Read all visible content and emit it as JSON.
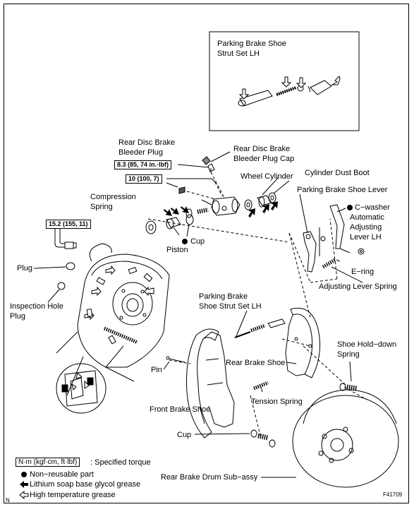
{
  "inset": {
    "title_line1": "Parking Brake Shoe",
    "title_line2": "Strut Set LH"
  },
  "torque": {
    "bleeder_plug": "8.3 (85, 74 in.·lbf)",
    "wheel_cylinder": "10 (100, 7)",
    "brake_line": "15.2 (155, 11)"
  },
  "labels": {
    "rear_disc_brake_bleeder_plug_1": "Rear Disc Brake",
    "rear_disc_brake_bleeder_plug_2": "Bleeder Plug",
    "bleeder_plug_cap_1": "Rear Disc Brake",
    "bleeder_plug_cap_2": "Bleeder Plug Cap",
    "wheel_cylinder": "Wheel Cylinder",
    "cylinder_dust_boot": "Cylinder Dust Boot",
    "compression_spring_1": "Compression",
    "compression_spring_2": "Spring",
    "parking_brake_shoe_lever": "Parking Brake Shoe Lever",
    "c_washer": "C−washer",
    "automatic_adjusting_lever_1": "Automatic",
    "automatic_adjusting_lever_2": "Adjusting",
    "automatic_adjusting_lever_3": "Lever LH",
    "cup_upper": "Cup",
    "piston": "Piston",
    "plug": "Plug",
    "e_ring": "E−ring",
    "adjusting_lever_spring": "Adjusting Lever Spring",
    "inspection_hole_plug_1": "Inspection  Hole",
    "inspection_hole_plug_2": "Plug",
    "strut_set_1": "Parking Brake",
    "strut_set_2": "Shoe Strut Set LH",
    "shoe_hold_down_spring_1": "Shoe Hold−down",
    "shoe_hold_down_spring_2": "Spring",
    "pin": "Pin",
    "rear_brake_shoe": "Rear Brake Shoe",
    "tension_spring": "Tension Spring",
    "front_brake_shoe": "Front Brake Shoe",
    "cup_lower": "Cup",
    "rear_brake_drum": "Rear Brake Drum Sub−assy"
  },
  "legend": {
    "torque_unit": "N·m (kgf·cm, ft·lbf)",
    "torque_desc": ": Specified torque",
    "non_reusable": "Non−reusable part",
    "lithium_grease": "Lithium soap base glycol grease",
    "high_temp_grease": "High temperature grease"
  },
  "corner": {
    "left": "N",
    "right": "F41709"
  }
}
